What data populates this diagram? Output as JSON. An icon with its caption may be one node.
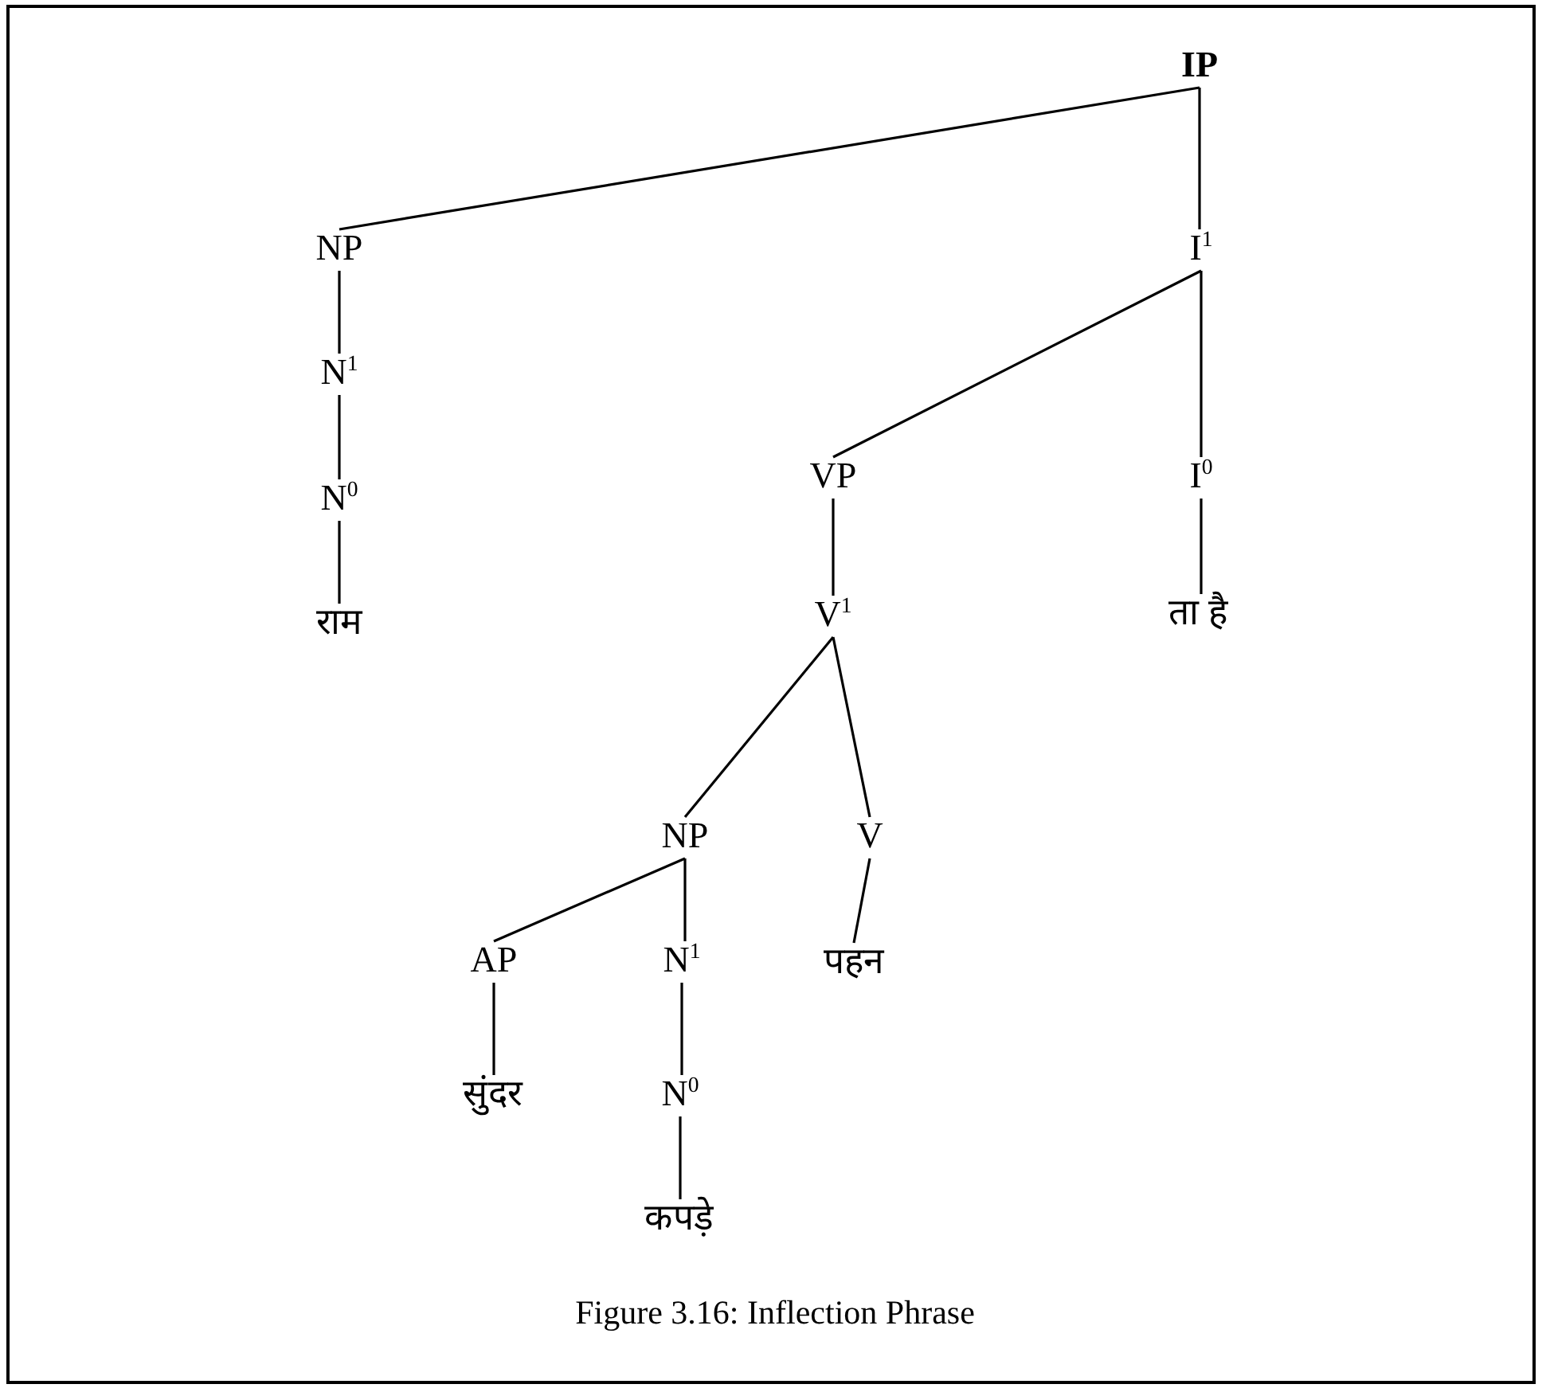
{
  "diagram": {
    "caption": "Figure 3.16: Inflection Phrase",
    "nodes": [
      {
        "text": [
          "**IP**"
        ]
      },
      {
        "text": [
          "NP"
        ]
      },
      {
        "text": [
          "I$^{1}$"
        ]
      },
      {
        "text": [
          "N$^{1}$"
        ]
      },
      {
        "text": [
          "VP"
        ]
      },
      {
        "text": [
          "I$^{0}$"
        ]
      },
      {
        "text": [
          "N$^{0}$"
        ]
      },
      {
        "text": [
          "V$^{1}$"
        ]
      },
      {
        "text": [
          "ता है"
        ]
      },
      {
        "text": [
          "राम"
        ]
      },
      {
        "text": [
          "NP"
        ]
      },
      {
        "text": [
          "V"
        ]
      },
      {
        "text": [
          "AP"
        ]
      },
      {
        "text": [
          "N$^{1}$"
        ]
      },
      {
        "text": [
          "पहन"
        ]
      },
      {
        "text": [
          "सुंदर"
        ]
      },
      {
        "text": [
          "N$^{0}$"
        ]
      },
      {
        "text": [
          "कपड़े"
        ]
      }
    ],
    "edges": [
      {
        "from": 0,
        "to": 1,
        "arrow": "none"
      },
      {
        "from": 0,
        "to": 2,
        "arrow": "none"
      },
      {
        "from": 1,
        "to": 3,
        "arrow": "none"
      },
      {
        "from": 2,
        "to": 4,
        "arrow": "none"
      },
      {
        "from": 2,
        "to": 5,
        "arrow": "none"
      },
      {
        "from": 3,
        "to": 6,
        "arrow": "none"
      },
      {
        "from": 4,
        "to": 7,
        "arrow": "none"
      },
      {
        "from": 5,
        "to": 8,
        "arrow": "none"
      },
      {
        "from": 6,
        "to": 9,
        "arrow": "none"
      },
      {
        "from": 7,
        "to": 10,
        "arrow": "none"
      },
      {
        "from": 7,
        "to": 11,
        "arrow": "none"
      },
      {
        "from": 10,
        "to": 12,
        "arrow": "none"
      },
      {
        "from": 10,
        "to": 13,
        "arrow": "none"
      },
      {
        "from": 11,
        "to": 14,
        "arrow": "none"
      },
      {
        "from": 12,
        "to": 15,
        "arrow": "none"
      },
      {
        "from": 13,
        "to": 16,
        "arrow": "none"
      },
      {
        "from": 16,
        "to": 17,
        "arrow": "none"
      }
    ]
  }
}
